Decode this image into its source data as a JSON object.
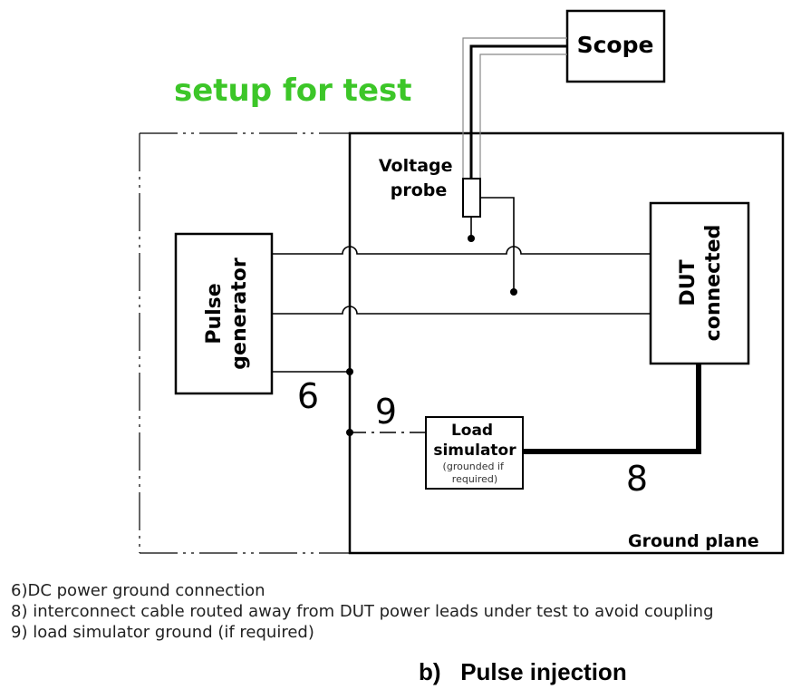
{
  "title": "setup for test",
  "colors": {
    "title": "#3cc628",
    "line": "#000000"
  },
  "blocks": {
    "scope": "Scope",
    "voltage_probe": [
      "Voltage",
      "probe"
    ],
    "pulse_generator": [
      "Pulse",
      "generator"
    ],
    "dut": [
      "DUT",
      "connected"
    ],
    "load_simulator": [
      "Load",
      "simulator"
    ],
    "load_simulator_note": [
      "(grounded if",
      "required)"
    ],
    "ground_plane": "Ground plane"
  },
  "markers": {
    "m6": "6",
    "m8": "8",
    "m9": "9"
  },
  "notes": [
    "6)DC power ground connection",
    "8) interconnect cable routed away from DUT power leads under test to avoid coupling",
    "9) load simulator ground (if required)"
  ],
  "caption": "b)   Pulse injection"
}
